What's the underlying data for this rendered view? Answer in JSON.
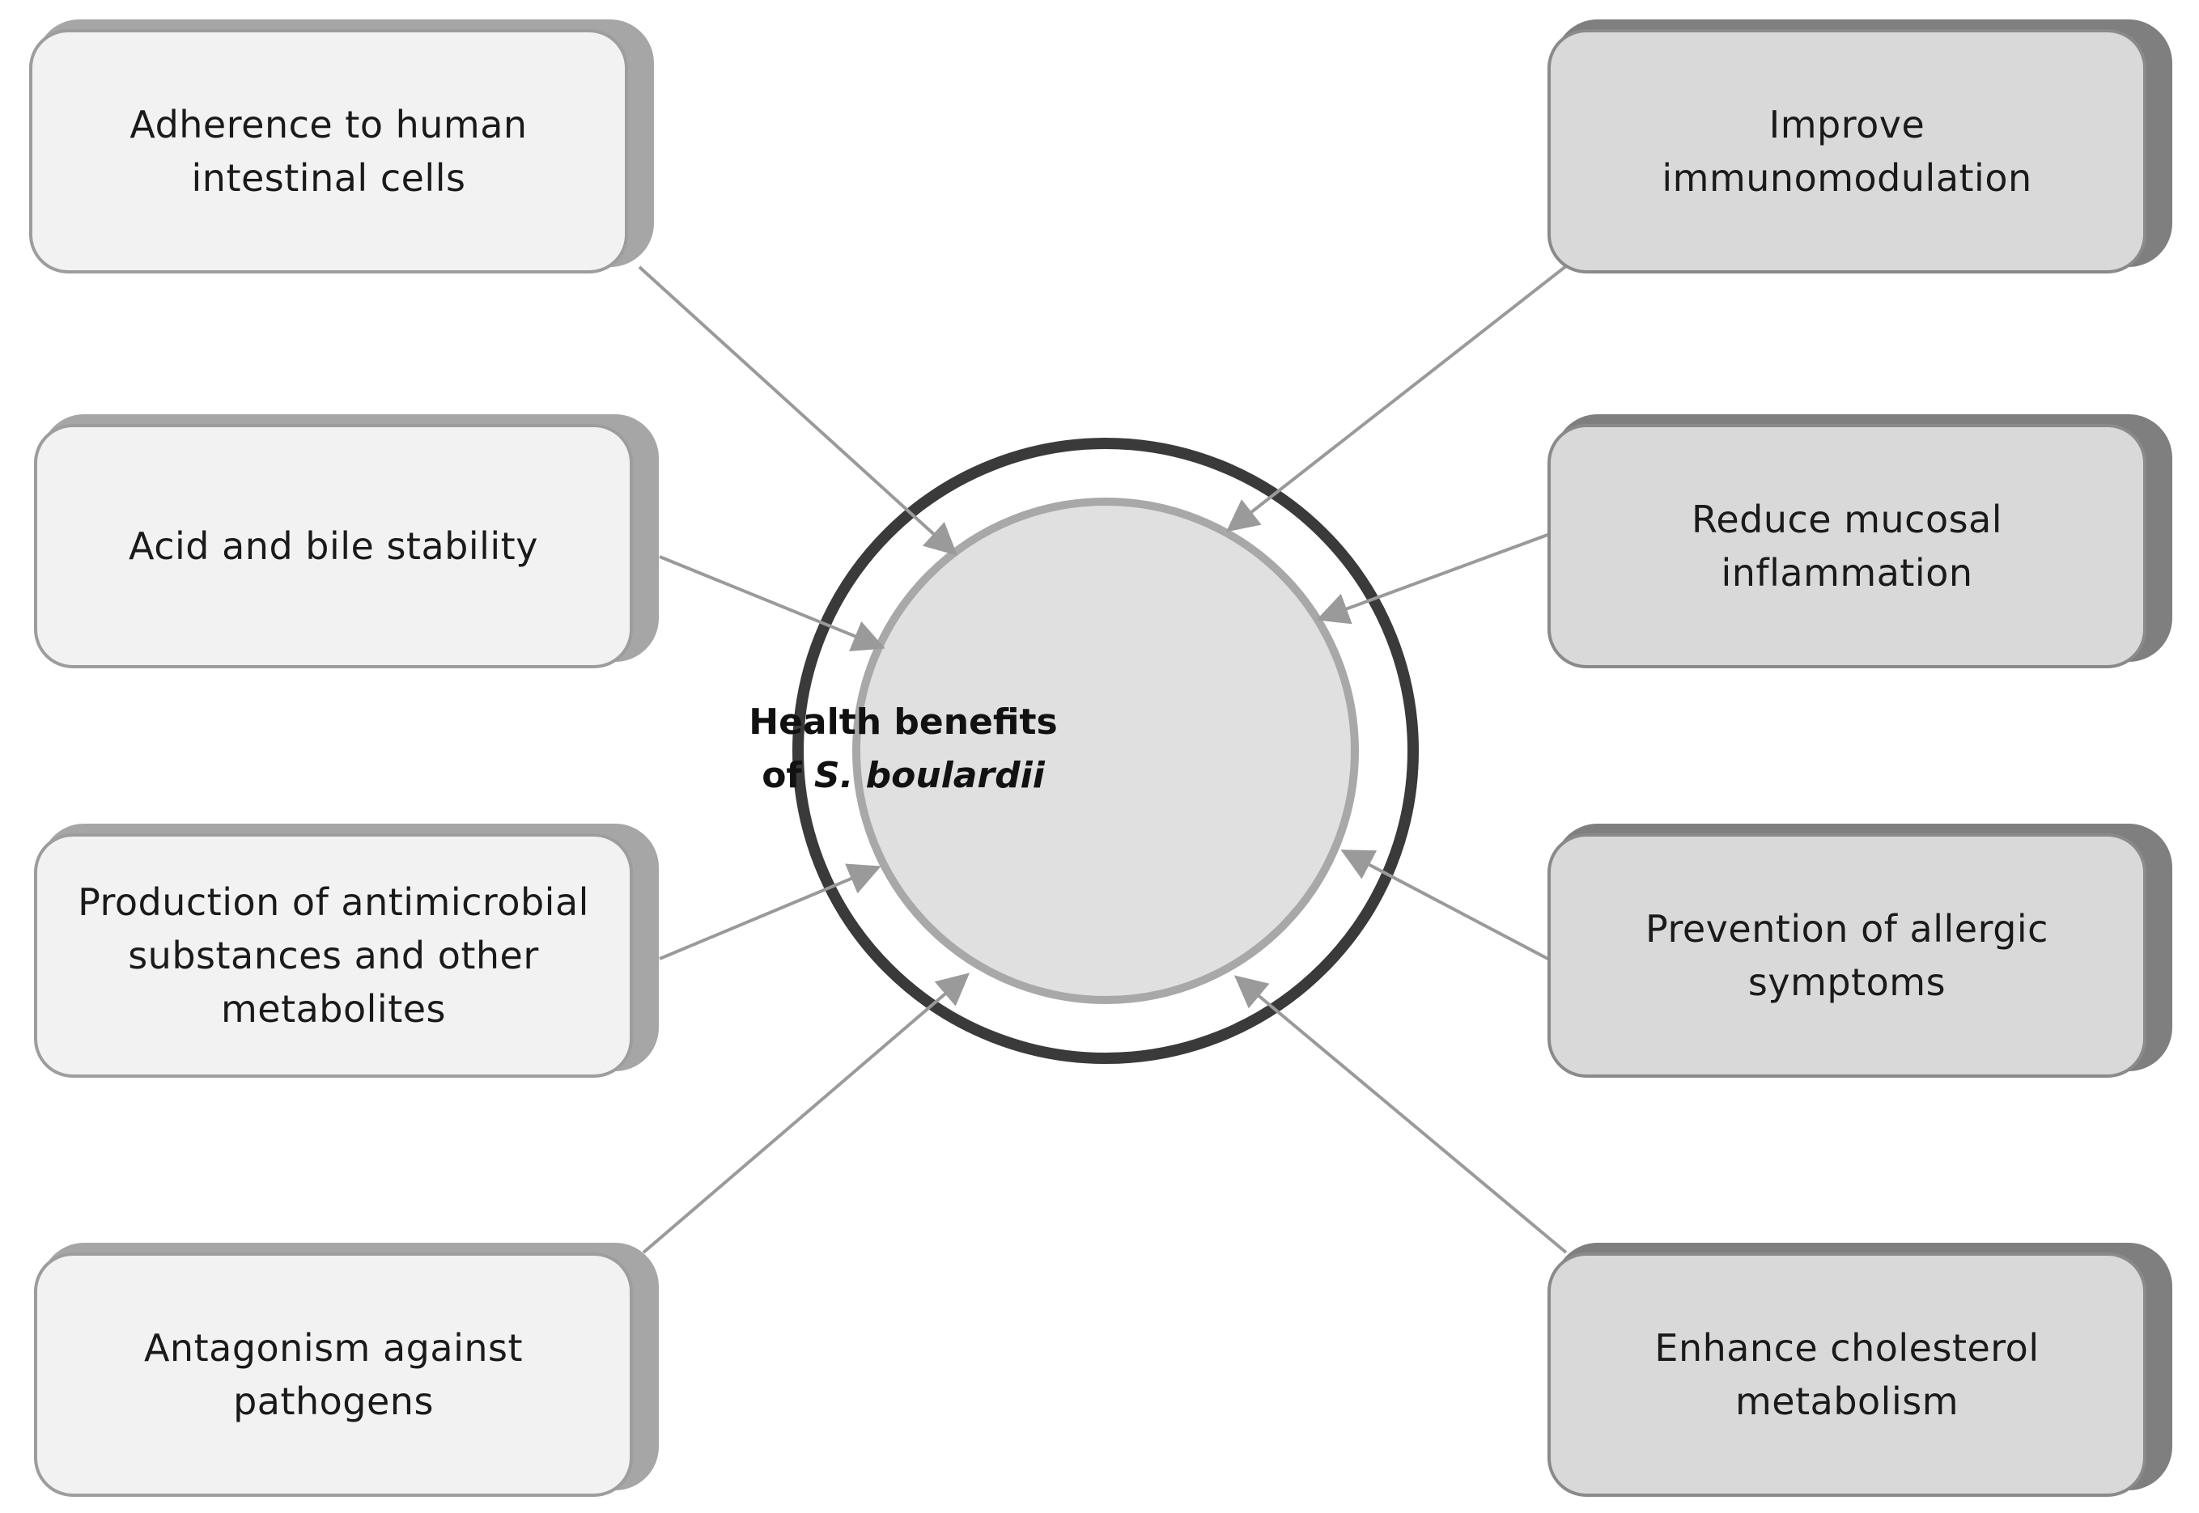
{
  "center": {
    "line1": "Health benefits",
    "line2_prefix": "of ",
    "line2_italic": "S. boulardii"
  },
  "left_boxes": [
    {
      "label": "Adherence  to human intestinal cells"
    },
    {
      "label": "Acid and bile stability"
    },
    {
      "label": "Production of antimicrobial substances and other metabolites"
    },
    {
      "label": "Antagonism against pathogens"
    }
  ],
  "right_boxes": [
    {
      "label": "Improve immunomodulation"
    },
    {
      "label": "Reduce mucosal inflammation"
    },
    {
      "label": "Prevention of allergic symptoms"
    },
    {
      "label": "Enhance cholesterol metabolism"
    }
  ],
  "colors": {
    "left_box_fill": "#f2f2f2",
    "right_box_fill": "#d9d9d9",
    "arrow": "#9a9a9a",
    "outer_ring": "#3a3a3a",
    "inner_circle_fill": "#e0e0e0",
    "inner_circle_stroke": "#a8a8a8"
  }
}
